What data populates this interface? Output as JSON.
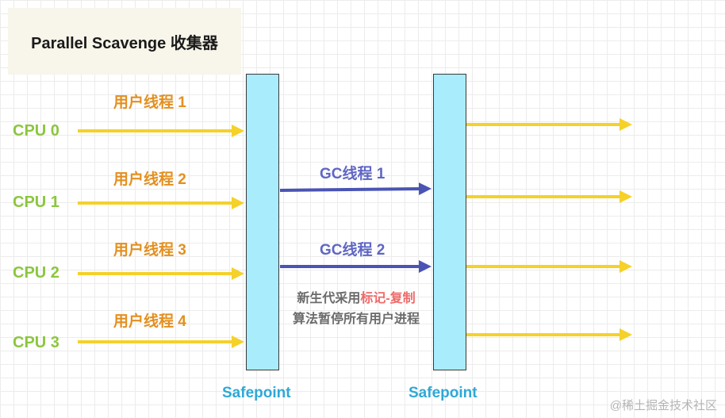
{
  "title": "Parallel Scavenge 收集器",
  "cpus": [
    "CPU 0",
    "CPU 1",
    "CPU 2",
    "CPU 3"
  ],
  "user_threads": [
    "用户线程 1",
    "用户线程 2",
    "用户线程 3",
    "用户线程 4"
  ],
  "gc_threads": [
    "GC线程 1",
    "GC线程 2"
  ],
  "safepoints": [
    "Safepoint",
    "Safepoint"
  ],
  "note": {
    "line1_prefix": "新生代采用",
    "line1_highlight": "标记-复制",
    "line2": "算法暂停所有用户进程"
  },
  "watermark": "@稀土掘金技术社区",
  "colors": {
    "cpu_label": "#8cc63f",
    "user_thread_label": "#e39020",
    "gc_thread_label": "#5f66c4",
    "safepoint_label": "#2fa8d6",
    "user_arrow": "#f5d12a",
    "gc_arrow": "#4a54b4",
    "safepoint_bar": "#a9ecfc",
    "note_highlight": "#ef6a6a"
  }
}
